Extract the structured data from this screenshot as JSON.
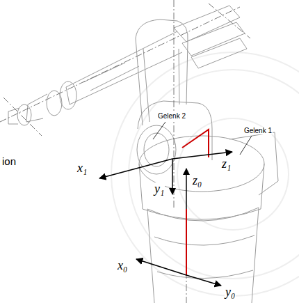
{
  "diagram": {
    "labels": [
      "Gelenk 2",
      "Gelenk 1",
      "ion",
      "x₁",
      "y₁",
      "z₁",
      "z₀",
      "x₀",
      "y₀"
    ]
  }
}
